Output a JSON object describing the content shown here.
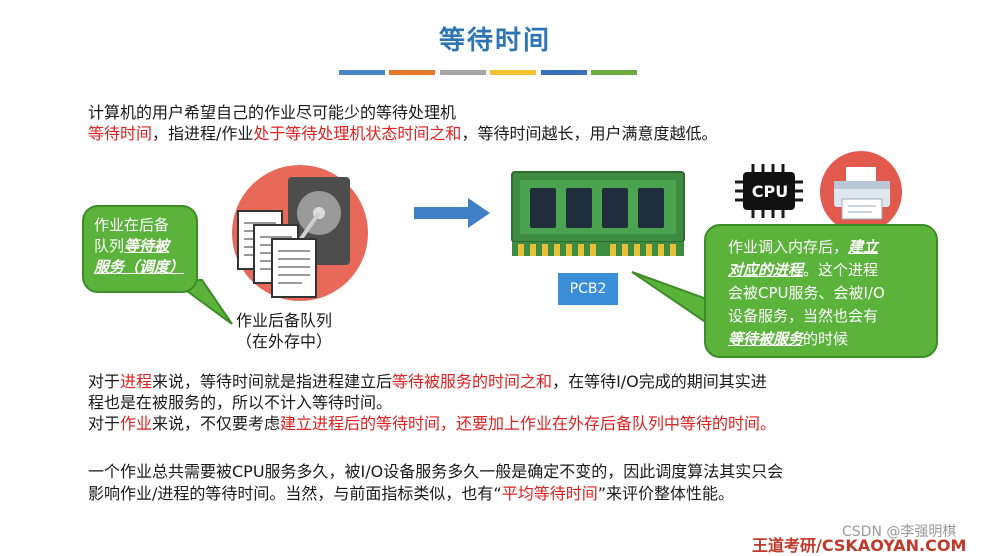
{
  "title": "等待时间",
  "deco_colors": [
    "#4a86c5",
    "#e8792b",
    "#a6a6a6",
    "#f2c230",
    "#3a70b8",
    "#6aac3f"
  ],
  "intro_line1": "计算机的用户希望自己的作业尽可能少的等待处理机",
  "intro_line2": {
    "p1": "等待时间",
    "p2": "，指进程/作业",
    "p3": "处于等待处理机状态时间之和",
    "p4": "，等待时间越长，用户满意度越低。"
  },
  "left_bubble": {
    "t1": "作业在后备",
    "t2": "队列",
    "t3": "等待被",
    "t4": "服务（调度）"
  },
  "queue_caption": {
    "line1": "作业后备队列",
    "line2": "（在外存中）"
  },
  "pcb_label": "PCB2",
  "cpu_label": "CPU",
  "right_bubble": {
    "t1": "作业调入内存后，",
    "t2": "建立",
    "t3": "对应的进程",
    "t4": "。这个进程",
    "t5": "会被CPU服务、会被I/O",
    "t6": "设备服务，当然也会有",
    "t7": "等待被服务",
    "t8": "的时候"
  },
  "process_para": {
    "a1": "对于",
    "a2": "进程",
    "a3": "来说，等待时间就是指进程建立后",
    "a4": "等待被服务的时间之和",
    "a5": "，在等待I/O完成的期间其实进",
    "b1": "程也是在被服务的，所以不计入等待时间。"
  },
  "job_para": {
    "c1": "对于",
    "c2": "作业",
    "c3": "来说，不仅要考虑",
    "c4": "建立进程后的等待时间，还要加上作业在外存后备队列中等待的时间。"
  },
  "final_para": {
    "d1": "一个作业总共需要被CPU服务多久，被I/O设备服务多久一般是确定不变的，因此调度算法其实只会",
    "e1": "影响作业/进程的等待时间。当然，与前面指标类似，也有“",
    "e2": "平均等待时间",
    "e3": "”来评价整体性能。"
  },
  "footer": "王道考研/CSKAOYAN.COM",
  "watermark": "CSDN @李强明棋"
}
